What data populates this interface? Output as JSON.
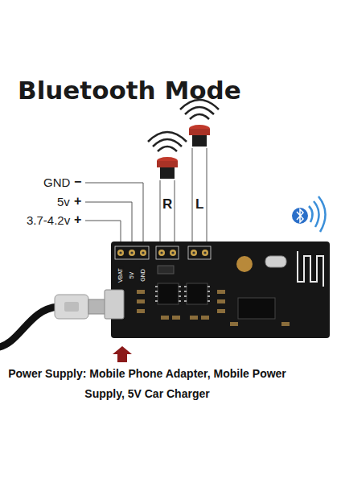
{
  "diagram": {
    "title": "Bluetooth Mode",
    "caption": "Power Supply: Mobile Phone Adapter, Mobile Power Supply, 5V Car Charger",
    "labels": [
      "GND",
      "−",
      "5v",
      "+",
      "3.7-4.2v",
      "+",
      "R",
      "L",
      "VBAT",
      "5V",
      "GND"
    ]
  }
}
